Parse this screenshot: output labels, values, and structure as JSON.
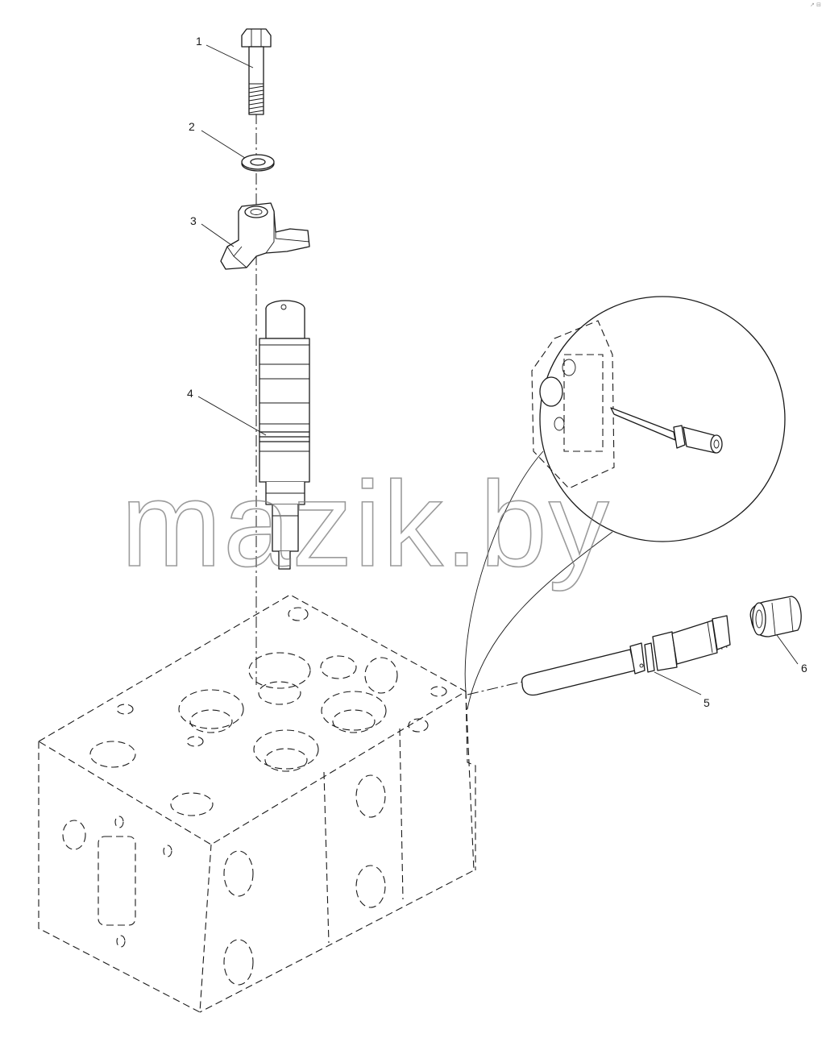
{
  "watermark": "mazik.by",
  "corner_mark": "↗ ⊟",
  "callouts": [
    {
      "id": "1",
      "label": "1"
    },
    {
      "id": "2",
      "label": "2"
    },
    {
      "id": "3",
      "label": "3"
    },
    {
      "id": "4",
      "label": "4"
    },
    {
      "id": "5",
      "label": "5"
    },
    {
      "id": "6",
      "label": "6"
    }
  ],
  "parts": {
    "1": "bolt-icon",
    "2": "washer-icon",
    "3": "clamp-icon",
    "4": "injector-icon",
    "5": "connector-pipe-icon",
    "6": "nut-icon"
  },
  "colors": {
    "line": "#1a1a1a",
    "background": "#ffffff",
    "watermark": "#7a7a7a"
  }
}
